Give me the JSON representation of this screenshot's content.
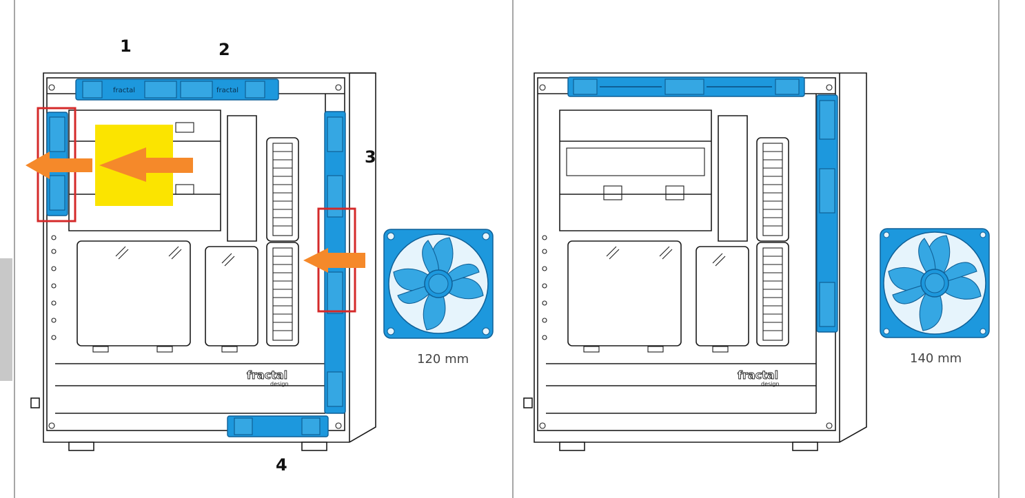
{
  "labels": {
    "num1": "1",
    "num2": "2",
    "num3": "3",
    "num4": "4"
  },
  "fans": {
    "size_left": "120 mm",
    "size_right": "140 mm"
  },
  "brand": {
    "logo_text": "fractal",
    "logo_sub": "design"
  },
  "colors": {
    "fan_blue": "#1d98dd",
    "arrow_orange": "#f5892a",
    "highlight_yellow": "#fbe400",
    "mount_outline_red": "#d42a2a"
  },
  "icons": [
    "fan-icon",
    "arrow-left-icon"
  ]
}
